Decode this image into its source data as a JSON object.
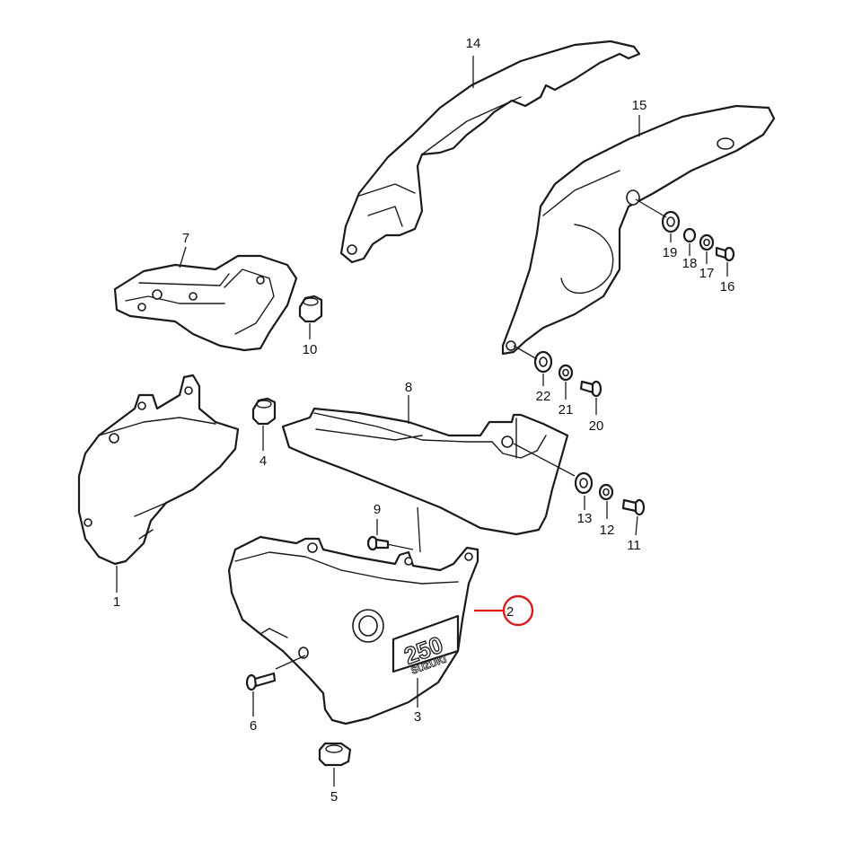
{
  "callouts": {
    "p1": "1",
    "p2": "2",
    "p3": "3",
    "p4": "4",
    "p5": "5",
    "p6": "6",
    "p7": "7",
    "p8": "8",
    "p9": "9",
    "p10": "10",
    "p11": "11",
    "p12": "12",
    "p13": "13",
    "p14": "14",
    "p15": "15",
    "p16": "16",
    "p17": "17",
    "p18": "18",
    "p19": "19",
    "p20": "20",
    "p21": "21",
    "p22": "22"
  },
  "emblem": {
    "number": "250",
    "brand": "SUZUKI"
  },
  "highlight": {
    "part": "2",
    "color": "#d81b1b"
  }
}
